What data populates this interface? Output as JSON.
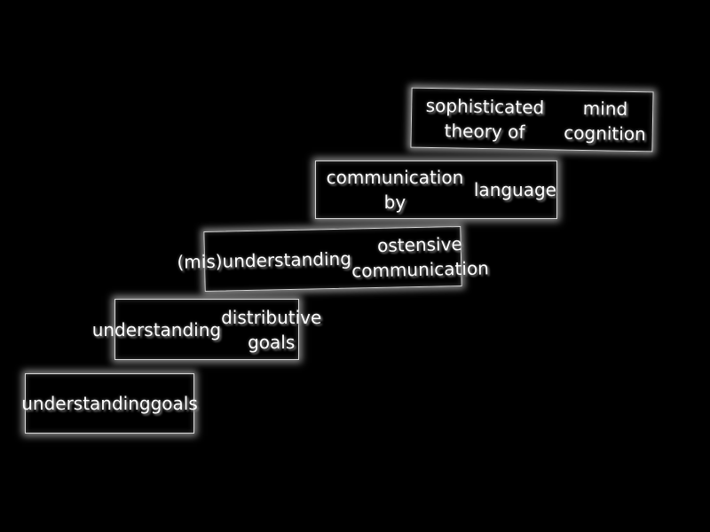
{
  "steps": [
    {
      "id": 1,
      "line1": "understanding",
      "line2": "goals"
    },
    {
      "id": 2,
      "line1": "understanding",
      "line2": "distributive goals"
    },
    {
      "id": 3,
      "line1": "(mis)understanding",
      "line2": "ostensive communication"
    },
    {
      "id": 4,
      "line1": "communication by",
      "line2": "language"
    },
    {
      "id": 5,
      "line1": "sophisticated theory of",
      "line2": "mind cognition"
    }
  ],
  "colors": {
    "background": "#000000",
    "text": "#ffffff",
    "border": "#d8d8d8"
  }
}
